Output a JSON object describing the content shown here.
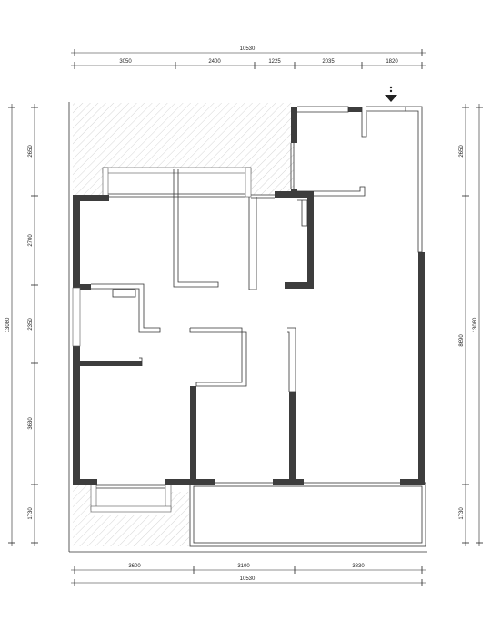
{
  "dimensions": {
    "top_overall": "10530",
    "top_segments": [
      "3050",
      "2400",
      "1225",
      "2035",
      "1820"
    ],
    "bottom_segments": [
      "3600",
      "3100",
      "3830"
    ],
    "bottom_overall": "10530",
    "left_overall": "13080",
    "left_segments": [
      "2650",
      "2700",
      "2350",
      "3630",
      "1730"
    ],
    "right_overall": "13080",
    "right_segments": [
      "2650",
      "8690",
      "1730"
    ]
  },
  "colors": {
    "wall": "#3d3d3d",
    "line": "#333333",
    "hatch": "#bbbbbb"
  },
  "icons": {
    "entrance": "entrance-arrow-icon"
  }
}
